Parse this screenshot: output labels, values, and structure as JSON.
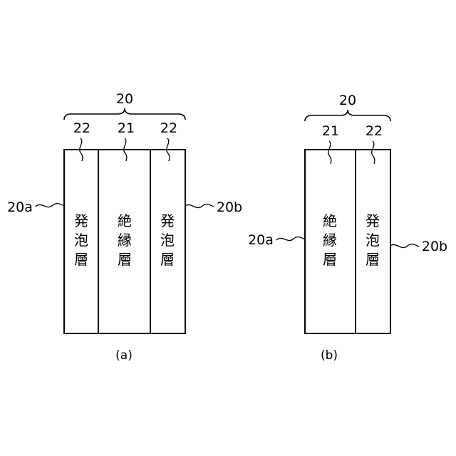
{
  "figure_a": {
    "group_label": "20",
    "layer_left_label": "22",
    "layer_middle_label": "21",
    "layer_right_label": "22",
    "surface_left_label": "20a",
    "surface_right_label": "20b",
    "layer_left_chars": [
      "発",
      "泡",
      "層"
    ],
    "layer_middle_chars": [
      "絶",
      "縁",
      "層"
    ],
    "layer_right_chars": [
      "発",
      "泡",
      "層"
    ],
    "caption": "(a)"
  },
  "figure_b": {
    "group_label": "20",
    "layer_left_label": "21",
    "layer_right_label": "22",
    "surface_left_label": "20a",
    "surface_right_label": "20b",
    "layer_left_chars": [
      "絶",
      "縁",
      "層"
    ],
    "layer_right_chars": [
      "発",
      "泡",
      "層"
    ],
    "caption": "(b)"
  }
}
